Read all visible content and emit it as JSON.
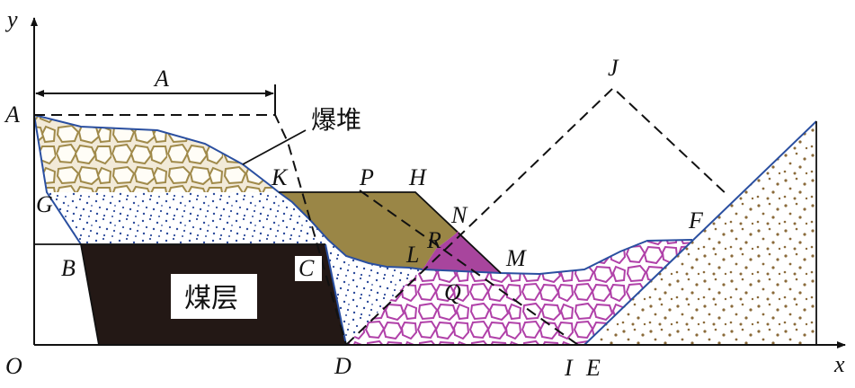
{
  "axes": {
    "x_label": "x",
    "y_label": "y",
    "origin_label": "O"
  },
  "dimension": {
    "label": "A"
  },
  "points": {
    "A": "A",
    "B": "B",
    "C": "C",
    "D": "D",
    "E": "E",
    "F": "F",
    "G": "G",
    "H": "H",
    "I": "I",
    "J": "J",
    "K": "K",
    "L": "L",
    "M": "M",
    "N": "N",
    "P": "P",
    "Q": "Q",
    "R": "R"
  },
  "text": {
    "blast_pile": "爆堆",
    "coal_seam": "煤层"
  },
  "colors": {
    "outline": "#2a4fa0",
    "coal": "#231815",
    "pile_fill": "#f2ead8",
    "pile_stroke": "#a08a4a",
    "spoil_block": "#9a8646",
    "dots_blue": "#2c4a9a",
    "purple_rock": "#b040a8",
    "purple_fill": "#a8459d",
    "brown_dots": "#8a6a3a"
  }
}
